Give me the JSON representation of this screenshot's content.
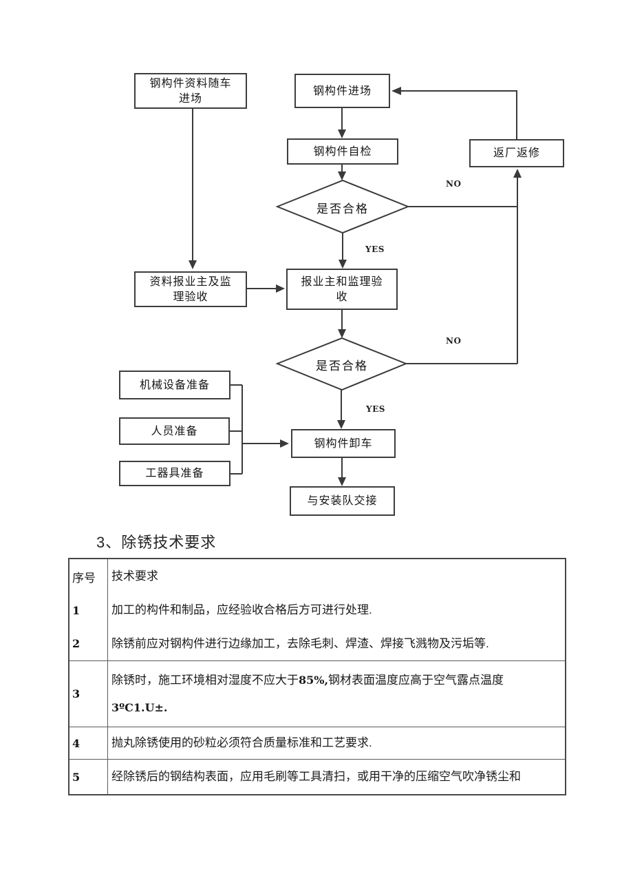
{
  "flowchart": {
    "boxes": {
      "data_arrival": "钢构件资料随车\n进场",
      "entry": "钢构件进场",
      "self_check": "钢构件自检",
      "decision1": "是否合格",
      "repair": "返厂返修",
      "data_report": "资料报业主及监\n理验收",
      "report_accept": "报业主和监理验\n收",
      "decision2": "是否合格",
      "machine_prep": "机械设备准备",
      "personnel_prep": "人员准备",
      "tools_prep": "工器具准备",
      "unload": "钢构件卸车",
      "handover": "与安装队交接"
    },
    "labels": {
      "no1": "NO",
      "yes1": "YES",
      "no2": "NO",
      "yes2": "YES"
    },
    "colors": {
      "line": "#3a3a3a",
      "box_border": "#3d3d3d"
    }
  },
  "section": {
    "heading": "3、除锈技术要求"
  },
  "table": {
    "header": {
      "no": "序号",
      "requirement": "技术要求"
    },
    "rows": [
      {
        "no": "1",
        "text": "加工的构件和制品，应经验收合格后方可进行处理."
      },
      {
        "no": "2",
        "text": "除锈前应对钢构件进行边缘加工，去除毛刺、焊渣、焊接飞溅物及污垢等."
      },
      {
        "no": "3",
        "line1_pre": "除锈时，施工环境相对湿度不应大于",
        "line1_bold": "85%,",
        "line1_post": "钢材表面温度应高于空气露点温度",
        "line2": "3ºC1.U±."
      },
      {
        "no": "4",
        "text": "抛丸除锈使用的砂粒必须符合质量标准和工艺要求."
      },
      {
        "no": "5",
        "text": "经除锈后的钢结构表面，应用毛刷等工具清扫，或用干净的压缩空气吹净锈尘和"
      }
    ]
  }
}
